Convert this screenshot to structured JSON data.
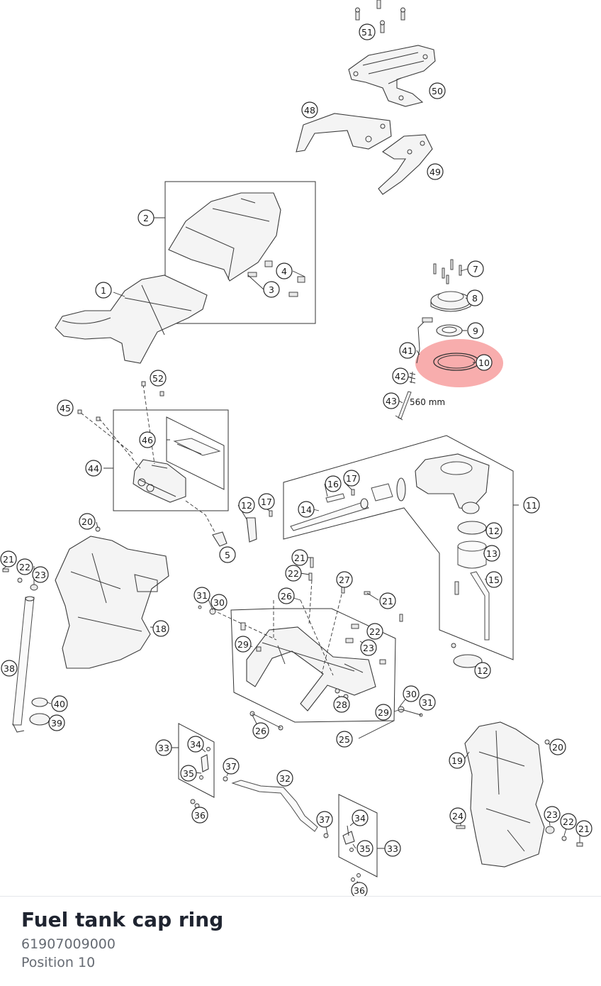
{
  "diagram": {
    "measurement_label": "560 mm",
    "highlighted_position": "10",
    "highlight_color": "#f26a6a",
    "callouts": [
      "51",
      "50",
      "48",
      "49",
      "2",
      "1",
      "4",
      "3",
      "7",
      "8",
      "9",
      "41",
      "10",
      "42",
      "43",
      "52",
      "45",
      "46",
      "44",
      "5",
      "12",
      "17",
      "16",
      "17",
      "14",
      "11",
      "12",
      "13",
      "15",
      "12",
      "20",
      "21",
      "22",
      "23",
      "18",
      "38",
      "40",
      "39",
      "21",
      "22",
      "27",
      "26",
      "21",
      "31",
      "30",
      "22",
      "29",
      "23",
      "28",
      "30",
      "31",
      "29",
      "26",
      "25",
      "33",
      "34",
      "35",
      "37",
      "32",
      "36",
      "37",
      "34",
      "35",
      "33",
      "36",
      "20",
      "19",
      "24",
      "23",
      "22",
      "21"
    ]
  },
  "part": {
    "title": "Fuel tank cap ring",
    "number": "61907009000",
    "position": "Position 10"
  }
}
